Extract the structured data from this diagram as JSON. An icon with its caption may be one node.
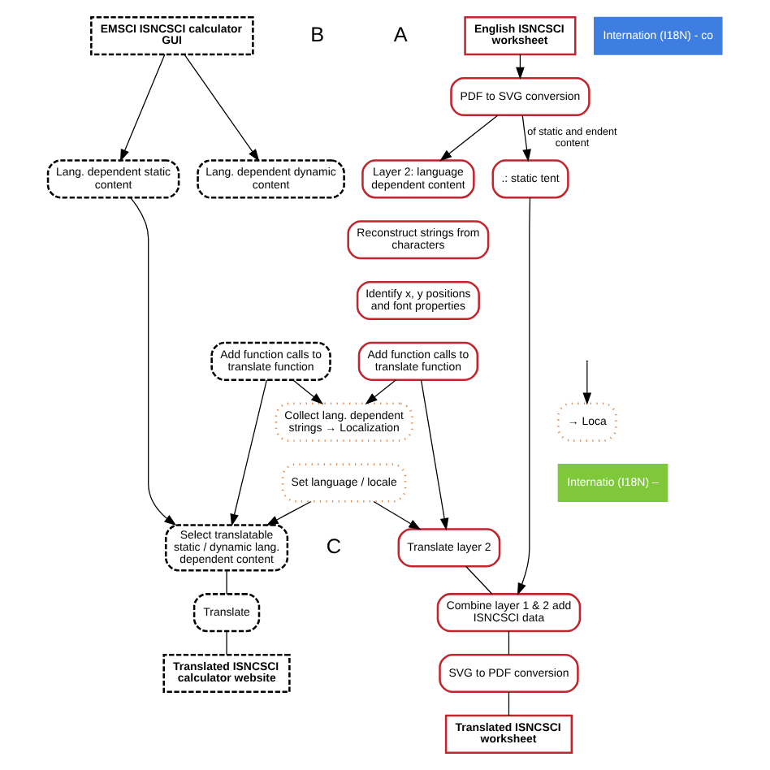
{
  "diagram": {
    "nodes": [
      {
        "text": [
          "Internation (I18N) - co"
        ]
      },
      {
        "text": [
          "English ISNCSCI worksheet"
        ]
      },
      {
        "text": [
          "PDF to SVG conversion"
        ]
      },
      {
        "text": [
          ".: static tent"
        ]
      },
      {
        "text": [
          "Layer 2: language dependent content"
        ]
      },
      {
        "text": [
          "Reconstruct strings from characters"
        ]
      },
      {
        "text": [
          "Identify x, y positions and font properties"
        ]
      },
      {
        "text": [
          "Add function calls to translate function"
        ]
      },
      {
        "text": [
          "Collect lang. dependent strings → Localization"
        ]
      },
      {
        "text": [
          "EMSCI ISNCSCI calculator GUI"
        ]
      },
      {
        "text": [
          "Lang. dependent dynamic content"
        ]
      },
      {
        "text": [
          "Lang. dependent static content"
        ]
      },
      {
        "text": [
          "Add function calls to translate function"
        ]
      },
      {
        "text": [
          "→ Loca"
        ]
      },
      {
        "text": [
          "Internatio (I18N) –"
        ]
      },
      {
        "text": [
          "Set language / locale"
        ]
      },
      {
        "text": [
          "Translate layer 2"
        ]
      },
      {
        "text": [
          "Combine layer 1 & 2 add ISNCSCI data"
        ]
      },
      {
        "text": [
          "SVG to PDF conversion"
        ]
      },
      {
        "text": [
          "Translated ISNCSCI worksheet"
        ]
      },
      {
        "text": [
          "Select translatable static / dynamic lang. dependent content"
        ]
      },
      {
        "text": [
          "Translate"
        ]
      },
      {
        "text": [
          "Translated ISNCSCI calculator website"
        ]
      }
    ],
    "edges": [
      {
        "from": 1,
        "to": 2,
        "arrow": "to"
      },
      {
        "from": 2,
        "to": 3,
        "arrow": "to",
        "label": "of static and endent content"
      },
      {
        "from": 2,
        "to": 4,
        "arrow": "to"
      },
      {
        "from": 7,
        "to": 8,
        "arrow": "to"
      },
      {
        "from": 7,
        "to": 16,
        "arrow": "to"
      },
      {
        "from": 15,
        "to": 16,
        "arrow": "to"
      },
      {
        "from": 16,
        "to": 17,
        "arrow": "none"
      },
      {
        "from": 3,
        "to": 17,
        "arrow": "to"
      },
      {
        "from": 17,
        "to": 18,
        "arrow": "none"
      },
      {
        "from": 18,
        "to": 19,
        "arrow": "none"
      },
      {
        "from": 9,
        "to": 10,
        "arrow": "to"
      },
      {
        "from": 9,
        "to": 11,
        "arrow": "to"
      },
      {
        "from": 12,
        "to": 8,
        "arrow": "to"
      },
      {
        "from": 12,
        "to": 20,
        "arrow": "to"
      },
      {
        "from": 11,
        "to": 20,
        "arrow": "to"
      },
      {
        "from": null,
        "to": 13,
        "arrow": "to"
      },
      {
        "from": 15,
        "to": 20,
        "arrow": "to"
      },
      {
        "from": 20,
        "to": 21,
        "arrow": "none"
      },
      {
        "from": 21,
        "to": 22,
        "arrow": "none"
      }
    ],
    "labels": [
      "A",
      "B",
      "C"
    ]
  }
}
